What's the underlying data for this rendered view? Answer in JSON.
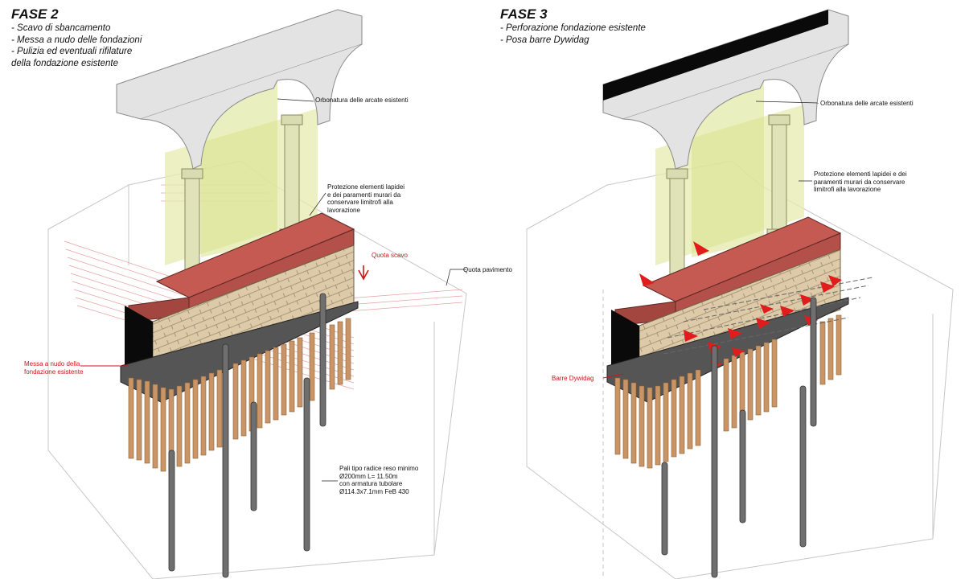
{
  "colors": {
    "red_annotation": "#c81818",
    "brick_cap": "#b75048",
    "stone_masonry": "#d9c8a8",
    "protection_zone": "#e6ebae",
    "piles": "#c99566",
    "steel_bars": "#6f6f6f",
    "arch_beam": "#e3e3e3",
    "black_band": "#0a0a0a"
  },
  "left": {
    "title": "FASE 2",
    "steps": [
      "- Scavo di sbancamento",
      "- Messa a nudo delle fondazioni",
      "- Pulizia ed eventuali rifilature",
      "della fondazione esistente"
    ],
    "notes": {
      "orbonatura": "Orbonatura delle arcate esistenti",
      "protezione": [
        "Protezione elementi lapidei",
        "e dei paramenti murari da",
        "conservare limitrofi alla",
        "lavorazione"
      ],
      "quota_scavo": "Quota scavo",
      "quota_pavimento": "Quota pavimento",
      "messa_nudo": [
        "Messa a nudo della",
        "fondazione esistente"
      ],
      "pali": [
        "Pali tipo radice reso minimo",
        "Ø200mm L= 11.50m",
        "con armatura tubolare",
        "Ø114.3x7.1mm FeB 430"
      ]
    }
  },
  "right": {
    "title": "FASE 3",
    "steps": [
      "- Perforazione fondazione esistente",
      "- Posa barre Dywidag"
    ],
    "notes": {
      "orbonatura": "Orbonatura delle arcate esistenti",
      "protezione": [
        "Protezione elementi lapidei e dei",
        "paramenti murari da conservare",
        "limitrofi alla lavorazione"
      ],
      "barre": "Barre Dywidag"
    }
  }
}
